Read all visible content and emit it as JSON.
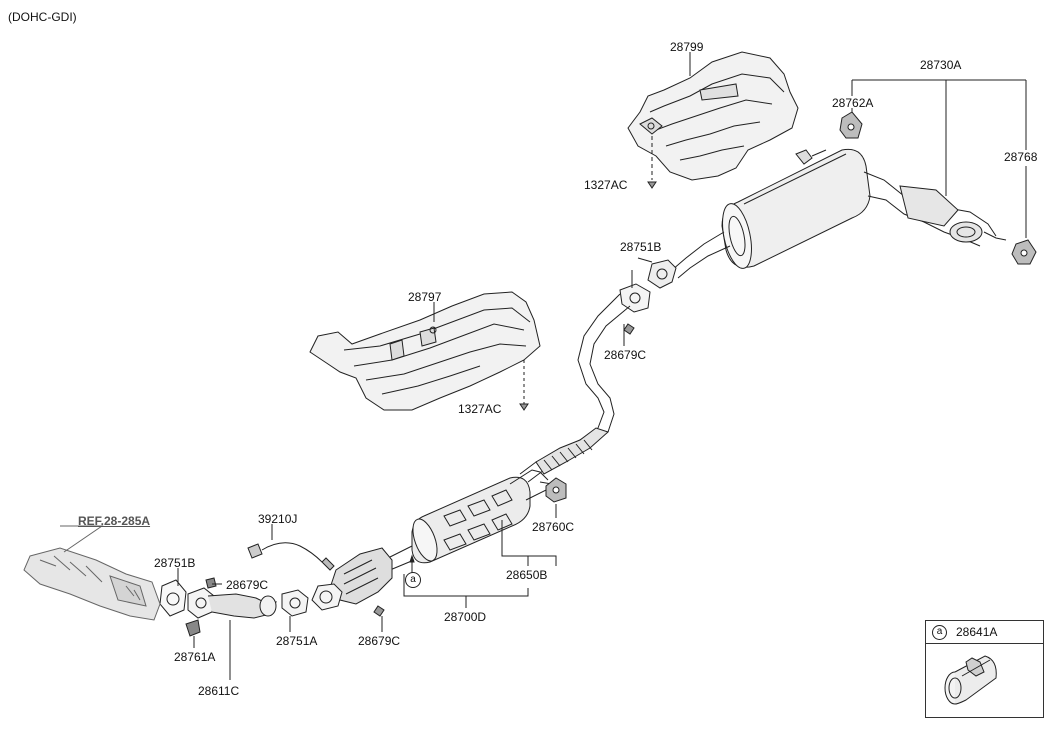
{
  "header": "(DOHC-GDI)",
  "ref_label": "REF.28-285A",
  "labels": {
    "p28799": "28799",
    "p1327AC_top": "1327AC",
    "p28730A": "28730A",
    "p28762A": "28762A",
    "p28768": "28768",
    "p28751B_top": "28751B",
    "p28679C_top": "28679C",
    "p28797": "28797",
    "p1327AC_mid": "1327AC",
    "p39210J": "39210J",
    "p28751B_left": "28751B",
    "p28679C_left": "28679C",
    "p28761A": "28761A",
    "p28611C": "28611C",
    "p28751A": "28751A",
    "p28679C_bottom": "28679C",
    "p28760C": "28760C",
    "p28650B": "28650B",
    "p28700D": "28700D"
  },
  "callout": "a",
  "legend": {
    "letter": "a",
    "part": "28641A"
  }
}
